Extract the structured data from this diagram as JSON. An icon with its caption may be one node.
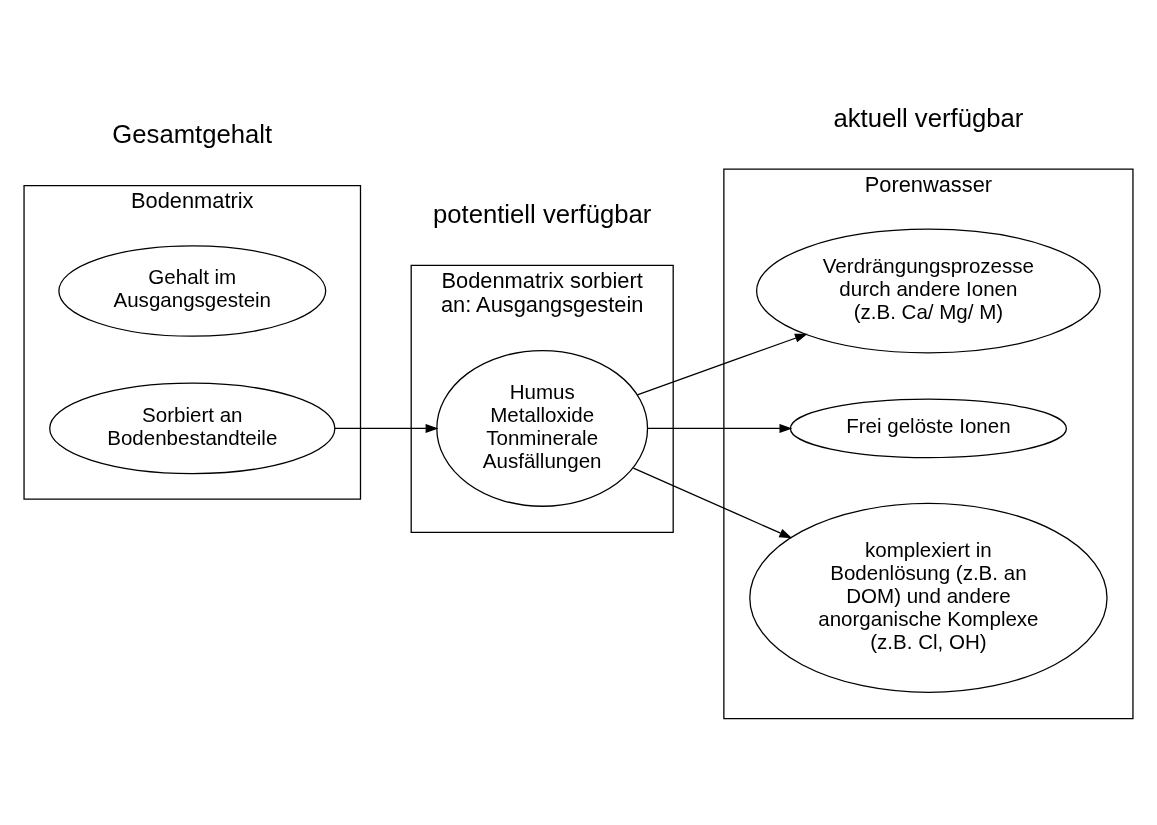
{
  "diagram": {
    "nodes": [
      {
        "text": [
          "Bodenmatrix"
        ]
      },
      {
        "text": [
          "Gehalt im Ausgangsgestein"
        ],
        "in": 0
      },
      {
        "text": [
          "Sorbiert an Bodenbestandteile"
        ],
        "in": 0
      },
      {
        "text": [
          "Bodenmatrix sorbiert an: Ausgangsgestein"
        ]
      },
      {
        "text": [
          "Humus",
          "Metalloxide",
          "Tonminerale",
          "Ausfällungen"
        ],
        "in": 3
      },
      {
        "text": [
          "Porenwasser"
        ]
      },
      {
        "text": [
          "Verdrängungsprozesse durch andere Ionen (z.B. Ca/ Mg/ M)"
        ],
        "in": 5
      },
      {
        "text": [
          "Frei gelöste Ionen"
        ],
        "in": 5
      },
      {
        "text": [
          "komplexiert in Bodenlösung (z.B. an DOM) und andere anorganische Komplexe (z.B. Cl, OH)"
        ],
        "in": 5
      }
    ],
    "edges": [
      {
        "from": 2,
        "to": 4,
        "arrow": "to"
      },
      {
        "from": 4,
        "to": 6,
        "arrow": "to"
      },
      {
        "from": 4,
        "to": 7,
        "arrow": "to"
      },
      {
        "from": 4,
        "to": 8,
        "arrow": "to"
      }
    ],
    "labels": [
      "Gesamtgehalt",
      "potentiell verfügbar",
      "aktuell verfügbar"
    ]
  }
}
